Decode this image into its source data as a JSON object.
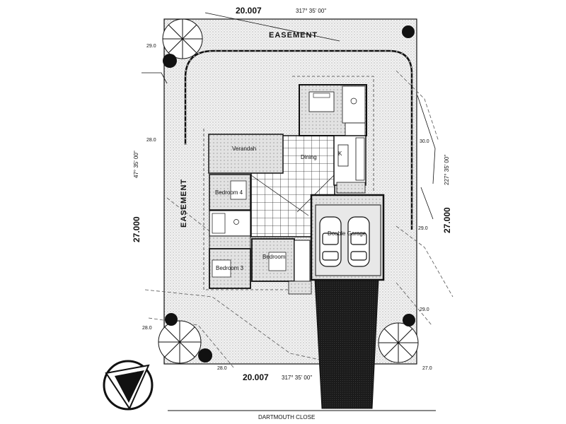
{
  "boundary": {
    "top_length": "20.007",
    "top_bearing": "317° 35' 00\"",
    "bottom_length": "20.007",
    "bottom_bearing": "317° 35' 00\"",
    "left_length": "27.000",
    "left_bearing": "47° 35' 00\"",
    "right_length": "27.000",
    "right_bearing": "227° 35' 00\""
  },
  "easements": {
    "top": "EASEMENT",
    "left": "EASEMENT"
  },
  "contours": [
    "29.0",
    "29.0",
    "30.0",
    "29.0",
    "28.0",
    "28.0",
    "28.0",
    "27.0"
  ],
  "rooms": {
    "verandah": "Verandah",
    "dining": "Dining",
    "kitchen": "K",
    "bedroom4": "Bedroom 4",
    "bedroom3": "Bedroom 3",
    "bedroom": "Bedroom",
    "garage": "Double Garage"
  },
  "north": "NORTH",
  "street": "DARTMOUTH CLOSE",
  "colors": {
    "ink": "#111111",
    "lot": "#ebebeb",
    "drive": "#1a1a1a"
  }
}
